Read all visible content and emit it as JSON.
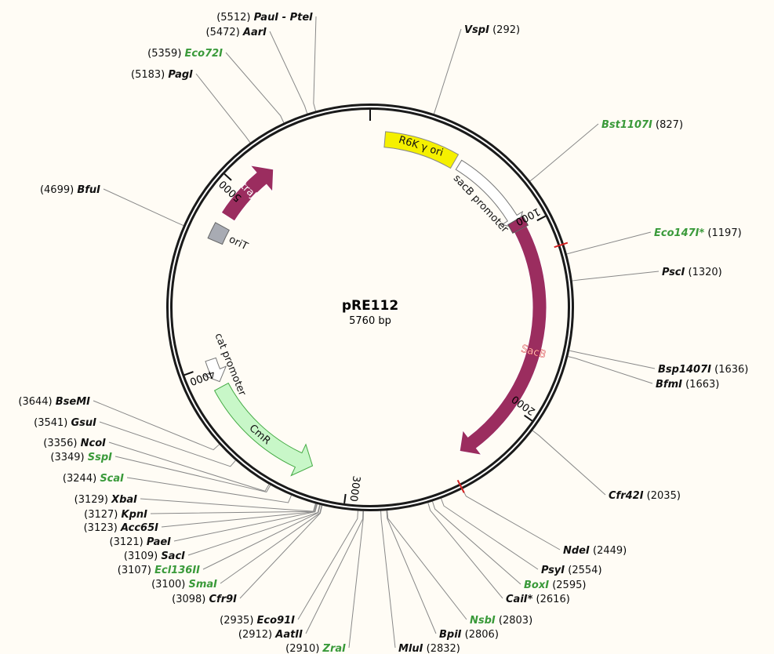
{
  "plasmid": {
    "name": "pRE112",
    "length_label": "5760 bp",
    "length": 5760
  },
  "colors": {
    "enzyme_unique": "#111111",
    "enzyme_green": "#3a9a3a",
    "ring": "#1a1a1a",
    "bracket": "#d42020",
    "ori": "#f5f000",
    "promoter": "#ffffff",
    "sacB": "#9b2d5f",
    "traJ": "#9b2d5f",
    "cmr": "#c8f7c8",
    "oriT": "#a8abb3"
  },
  "ticks": [
    {
      "pos": 1000,
      "label": "1000"
    },
    {
      "pos": 2000,
      "label": "2000"
    },
    {
      "pos": 3000,
      "label": "3000"
    },
    {
      "pos": 4000,
      "label": "4000"
    },
    {
      "pos": 5000,
      "label": "5000"
    }
  ],
  "features": [
    {
      "name": "R6K γ ori",
      "type": "ori",
      "start": 80,
      "end": 480
    },
    {
      "name": "sacB promoter",
      "type": "promoter",
      "start": 510,
      "end": 990,
      "direction": "forward"
    },
    {
      "name": "SacB",
      "type": "sacB",
      "start": 1000,
      "end": 2370,
      "direction": "forward"
    },
    {
      "name": "CmR",
      "type": "cmr",
      "start": 3200,
      "end": 3870,
      "direction": "reverse"
    },
    {
      "name": "cat promoter",
      "type": "promoter",
      "start": 3900,
      "end": 4030,
      "direction": "reverse"
    },
    {
      "name": "traJ",
      "type": "traJ",
      "start": 4840,
      "end": 5200,
      "direction": "forward"
    },
    {
      "name": "oriT",
      "type": "oriT",
      "start": 4690,
      "end": 4780
    }
  ],
  "brackets": [
    1150,
    2450
  ],
  "enzymes": [
    {
      "name": "VspI",
      "pos": "292",
      "green": false
    },
    {
      "name": "Bst1107I",
      "pos": "827",
      "green": true
    },
    {
      "name": "Eco147I*",
      "pos": "1197",
      "green": true
    },
    {
      "name": "PscI",
      "pos": "1320",
      "green": false
    },
    {
      "name": "Bsp1407I",
      "pos": "1636",
      "green": false
    },
    {
      "name": "BfmI",
      "pos": "1663",
      "green": false
    },
    {
      "name": "Cfr42I",
      "pos": "2035",
      "green": false
    },
    {
      "name": "NdeI",
      "pos": "2449",
      "green": false
    },
    {
      "name": "PsyI",
      "pos": "2554",
      "green": false
    },
    {
      "name": "BoxI",
      "pos": "2595",
      "green": true
    },
    {
      "name": "CaiI*",
      "pos": "2616",
      "green": false
    },
    {
      "name": "NsbI",
      "pos": "2803",
      "green": true
    },
    {
      "name": "BpiI",
      "pos": "2806",
      "green": false
    },
    {
      "name": "MluI",
      "pos": "2832",
      "green": false
    },
    {
      "name": "ZraI",
      "pos": "2910",
      "green": true
    },
    {
      "name": "AatII",
      "pos": "2912",
      "green": false
    },
    {
      "name": "Eco91I",
      "pos": "2935",
      "green": false
    },
    {
      "name": "Cfr9I",
      "pos": "3098",
      "green": false
    },
    {
      "name": "SmaI",
      "pos": "3100",
      "green": true
    },
    {
      "name": "Ecl136II",
      "pos": "3107",
      "green": true
    },
    {
      "name": "SacI",
      "pos": "3109",
      "green": false
    },
    {
      "name": "PaeI",
      "pos": "3121",
      "green": false
    },
    {
      "name": "Acc65I",
      "pos": "3123",
      "green": false
    },
    {
      "name": "KpnI",
      "pos": "3127",
      "green": false
    },
    {
      "name": "XbaI",
      "pos": "3129",
      "green": false
    },
    {
      "name": "ScaI",
      "pos": "3244",
      "green": true
    },
    {
      "name": "SspI",
      "pos": "3349",
      "green": true
    },
    {
      "name": "NcoI",
      "pos": "3356",
      "green": false
    },
    {
      "name": "GsuI",
      "pos": "3541",
      "green": false
    },
    {
      "name": "BseMI",
      "pos": "3644",
      "green": false
    },
    {
      "name": "BfuI",
      "pos": "4699",
      "green": false
    },
    {
      "name": "PagI",
      "pos": "5183",
      "green": false
    },
    {
      "name": "Eco72I",
      "pos": "5359",
      "green": true
    },
    {
      "name": "AarI",
      "pos": "5472",
      "green": false
    },
    {
      "name": "PauI - PteI",
      "pos": "5512",
      "green": false
    }
  ]
}
